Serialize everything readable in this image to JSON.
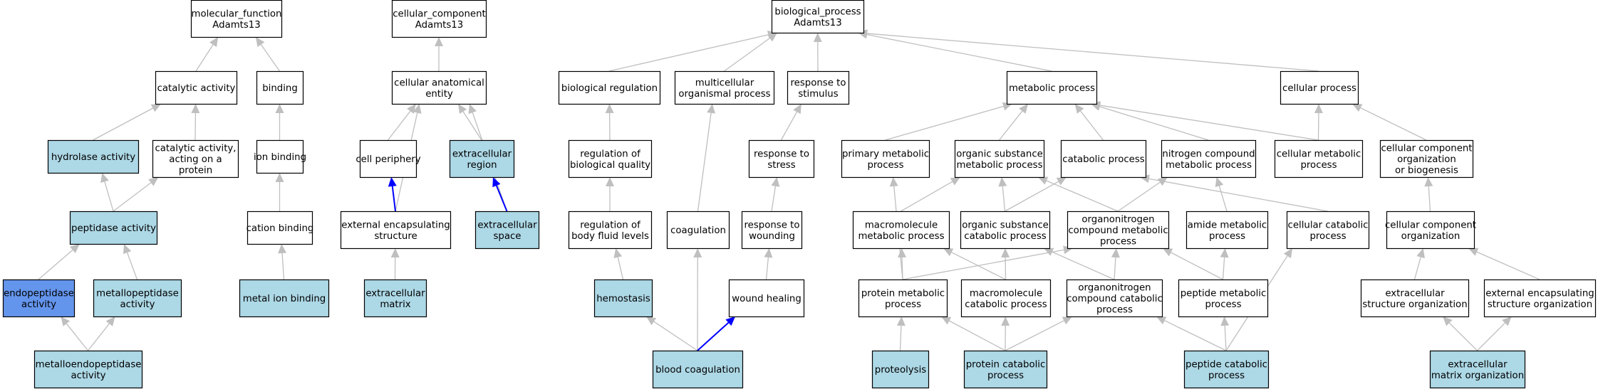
{
  "colors": {
    "plain": "#ffffff",
    "annotated": "#add8e6",
    "highlight": "#6495ed",
    "edge_default": "#bfbfbf",
    "edge_highlight": "#0000ff",
    "border": "#000000"
  },
  "nodes": [
    {
      "id": "mf",
      "lines": [
        "molecular_function",
        "Adamts13"
      ],
      "style": "plain"
    },
    {
      "id": "cat_act",
      "lines": [
        "catalytic activity"
      ],
      "style": "plain"
    },
    {
      "id": "binding",
      "lines": [
        "binding"
      ],
      "style": "plain"
    },
    {
      "id": "hydrolase",
      "lines": [
        "hydrolase activity"
      ],
      "style": "annotated"
    },
    {
      "id": "cat_prot",
      "lines": [
        "catalytic activity,",
        "acting on a",
        "protein"
      ],
      "style": "plain"
    },
    {
      "id": "ion_binding",
      "lines": [
        "ion binding"
      ],
      "style": "plain"
    },
    {
      "id": "peptidase",
      "lines": [
        "peptidase activity"
      ],
      "style": "annotated"
    },
    {
      "id": "cation_binding",
      "lines": [
        "cation binding"
      ],
      "style": "plain"
    },
    {
      "id": "endopep",
      "lines": [
        "endopeptidase",
        "activity"
      ],
      "style": "highlight"
    },
    {
      "id": "metallopep",
      "lines": [
        "metallopeptidase",
        "activity"
      ],
      "style": "annotated"
    },
    {
      "id": "metal_ion",
      "lines": [
        "metal ion binding"
      ],
      "style": "annotated"
    },
    {
      "id": "metalloendo",
      "lines": [
        "metalloendopeptidase",
        "activity"
      ],
      "style": "annotated"
    },
    {
      "id": "cc",
      "lines": [
        "cellular_component",
        "Adamts13"
      ],
      "style": "plain"
    },
    {
      "id": "cae",
      "lines": [
        "cellular anatomical",
        "entity"
      ],
      "style": "plain"
    },
    {
      "id": "periphery",
      "lines": [
        "cell periphery"
      ],
      "style": "plain"
    },
    {
      "id": "ec_region",
      "lines": [
        "extracellular",
        "region"
      ],
      "style": "annotated"
    },
    {
      "id": "ext_encap",
      "lines": [
        "external encapsulating",
        "structure"
      ],
      "style": "plain"
    },
    {
      "id": "ec_space",
      "lines": [
        "extracellular",
        "space"
      ],
      "style": "annotated"
    },
    {
      "id": "ec_matrix",
      "lines": [
        "extracellular",
        "matrix"
      ],
      "style": "annotated"
    },
    {
      "id": "bp",
      "lines": [
        "biological_process",
        "Adamts13"
      ],
      "style": "plain"
    },
    {
      "id": "bio_reg",
      "lines": [
        "biological regulation"
      ],
      "style": "plain"
    },
    {
      "id": "multicell",
      "lines": [
        "multicellular",
        "organismal process"
      ],
      "style": "plain"
    },
    {
      "id": "resp_stim",
      "lines": [
        "response to",
        "stimulus"
      ],
      "style": "plain"
    },
    {
      "id": "metabolic",
      "lines": [
        "metabolic process"
      ],
      "style": "plain"
    },
    {
      "id": "cellular",
      "lines": [
        "cellular process"
      ],
      "style": "plain"
    },
    {
      "id": "reg_bq",
      "lines": [
        "regulation of",
        "biological quality"
      ],
      "style": "plain"
    },
    {
      "id": "resp_stress",
      "lines": [
        "response to",
        "stress"
      ],
      "style": "plain"
    },
    {
      "id": "primary_met",
      "lines": [
        "primary metabolic",
        "process"
      ],
      "style": "plain"
    },
    {
      "id": "org_sub_met",
      "lines": [
        "organic substance",
        "metabolic process"
      ],
      "style": "plain"
    },
    {
      "id": "catabolic",
      "lines": [
        "catabolic process"
      ],
      "style": "plain"
    },
    {
      "id": "nitrogen",
      "lines": [
        "nitrogen compound",
        "metabolic process"
      ],
      "style": "plain"
    },
    {
      "id": "cell_met",
      "lines": [
        "cellular metabolic",
        "process"
      ],
      "style": "plain"
    },
    {
      "id": "cco_bio",
      "lines": [
        "cellular component",
        "organization",
        "or biogenesis"
      ],
      "style": "plain"
    },
    {
      "id": "reg_bfl",
      "lines": [
        "regulation of",
        "body fluid levels"
      ],
      "style": "plain"
    },
    {
      "id": "coagulation",
      "lines": [
        "coagulation"
      ],
      "style": "plain"
    },
    {
      "id": "resp_wound",
      "lines": [
        "response to",
        "wounding"
      ],
      "style": "plain"
    },
    {
      "id": "macro_met",
      "lines": [
        "macromolecule",
        "metabolic process"
      ],
      "style": "plain"
    },
    {
      "id": "org_sub_cat",
      "lines": [
        "organic substance",
        "catabolic process"
      ],
      "style": "plain"
    },
    {
      "id": "organonitrogen",
      "lines": [
        "organonitrogen",
        "compound metabolic",
        "process"
      ],
      "style": "plain"
    },
    {
      "id": "amide",
      "lines": [
        "amide metabolic",
        "process"
      ],
      "style": "plain"
    },
    {
      "id": "cell_cat",
      "lines": [
        "cellular catabolic",
        "process"
      ],
      "style": "plain"
    },
    {
      "id": "cco",
      "lines": [
        "cellular component",
        "organization"
      ],
      "style": "plain"
    },
    {
      "id": "hemostasis",
      "lines": [
        "hemostasis"
      ],
      "style": "annotated"
    },
    {
      "id": "wound_heal",
      "lines": [
        "wound healing"
      ],
      "style": "plain"
    },
    {
      "id": "protein_met",
      "lines": [
        "protein metabolic",
        "process"
      ],
      "style": "plain"
    },
    {
      "id": "macro_cat",
      "lines": [
        "macromolecule",
        "catabolic process"
      ],
      "style": "plain"
    },
    {
      "id": "orgn_cat",
      "lines": [
        "organonitrogen",
        "compound catabolic",
        "process"
      ],
      "style": "plain"
    },
    {
      "id": "peptide_met",
      "lines": [
        "peptide metabolic",
        "process"
      ],
      "style": "plain"
    },
    {
      "id": "ecso",
      "lines": [
        "extracellular",
        "structure organization"
      ],
      "style": "plain"
    },
    {
      "id": "eeso",
      "lines": [
        "external encapsulating",
        "structure organization"
      ],
      "style": "plain"
    },
    {
      "id": "blood_coag",
      "lines": [
        "blood coagulation"
      ],
      "style": "annotated"
    },
    {
      "id": "proteolysis",
      "lines": [
        "proteolysis"
      ],
      "style": "annotated"
    },
    {
      "id": "protein_cat",
      "lines": [
        "protein catabolic",
        "process"
      ],
      "style": "annotated"
    },
    {
      "id": "peptide_cat",
      "lines": [
        "peptide catabolic",
        "process"
      ],
      "style": "annotated"
    },
    {
      "id": "ecm_org",
      "lines": [
        "extracellular",
        "matrix organization"
      ],
      "style": "annotated"
    }
  ],
  "edges": [
    {
      "from": "cat_act",
      "to": "mf",
      "style": "default"
    },
    {
      "from": "binding",
      "to": "mf",
      "style": "default"
    },
    {
      "from": "hydrolase",
      "to": "cat_act",
      "style": "default"
    },
    {
      "from": "cat_prot",
      "to": "cat_act",
      "style": "default"
    },
    {
      "from": "ion_binding",
      "to": "binding",
      "style": "default"
    },
    {
      "from": "peptidase",
      "to": "hydrolase",
      "style": "default"
    },
    {
      "from": "peptidase",
      "to": "cat_prot",
      "style": "default"
    },
    {
      "from": "cation_binding",
      "to": "ion_binding",
      "style": "default"
    },
    {
      "from": "endopep",
      "to": "peptidase",
      "style": "default"
    },
    {
      "from": "metallopep",
      "to": "peptidase",
      "style": "default"
    },
    {
      "from": "metal_ion",
      "to": "cation_binding",
      "style": "default"
    },
    {
      "from": "metalloendo",
      "to": "endopep",
      "style": "default"
    },
    {
      "from": "metalloendo",
      "to": "metallopep",
      "style": "default"
    },
    {
      "from": "cae",
      "to": "cc",
      "style": "default"
    },
    {
      "from": "periphery",
      "to": "cae",
      "style": "default"
    },
    {
      "from": "ec_region",
      "to": "cae",
      "style": "default"
    },
    {
      "from": "ext_encap",
      "to": "cae",
      "style": "default"
    },
    {
      "from": "ec_space",
      "to": "cae",
      "style": "default"
    },
    {
      "from": "ext_encap",
      "to": "periphery",
      "style": "highlight"
    },
    {
      "from": "ec_space",
      "to": "ec_region",
      "style": "highlight"
    },
    {
      "from": "ec_matrix",
      "to": "ext_encap",
      "style": "default"
    },
    {
      "from": "bio_reg",
      "to": "bp",
      "style": "default"
    },
    {
      "from": "multicell",
      "to": "bp",
      "style": "default"
    },
    {
      "from": "resp_stim",
      "to": "bp",
      "style": "default"
    },
    {
      "from": "metabolic",
      "to": "bp",
      "style": "default"
    },
    {
      "from": "cellular",
      "to": "bp",
      "style": "default"
    },
    {
      "from": "reg_bq",
      "to": "bio_reg",
      "style": "default"
    },
    {
      "from": "resp_stress",
      "to": "resp_stim",
      "style": "default"
    },
    {
      "from": "primary_met",
      "to": "metabolic",
      "style": "default"
    },
    {
      "from": "org_sub_met",
      "to": "metabolic",
      "style": "default"
    },
    {
      "from": "catabolic",
      "to": "metabolic",
      "style": "default"
    },
    {
      "from": "nitrogen",
      "to": "metabolic",
      "style": "default"
    },
    {
      "from": "cell_met",
      "to": "metabolic",
      "style": "default"
    },
    {
      "from": "cell_met",
      "to": "cellular",
      "style": "default"
    },
    {
      "from": "cco_bio",
      "to": "cellular",
      "style": "default"
    },
    {
      "from": "reg_bfl",
      "to": "reg_bq",
      "style": "default"
    },
    {
      "from": "coagulation",
      "to": "multicell",
      "style": "default"
    },
    {
      "from": "resp_wound",
      "to": "resp_stress",
      "style": "default"
    },
    {
      "from": "macro_met",
      "to": "org_sub_met",
      "style": "default"
    },
    {
      "from": "org_sub_cat",
      "to": "org_sub_met",
      "style": "default"
    },
    {
      "from": "org_sub_cat",
      "to": "catabolic",
      "style": "default"
    },
    {
      "from": "organonitrogen",
      "to": "org_sub_met",
      "style": "default"
    },
    {
      "from": "organonitrogen",
      "to": "nitrogen",
      "style": "default"
    },
    {
      "from": "amide",
      "to": "nitrogen",
      "style": "default"
    },
    {
      "from": "cell_cat",
      "to": "catabolic",
      "style": "default"
    },
    {
      "from": "cco",
      "to": "cco_bio",
      "style": "default"
    },
    {
      "from": "hemostasis",
      "to": "reg_bfl",
      "style": "default"
    },
    {
      "from": "wound_heal",
      "to": "resp_wound",
      "style": "default"
    },
    {
      "from": "protein_met",
      "to": "primary_met",
      "style": "default"
    },
    {
      "from": "protein_met",
      "to": "macro_met",
      "style": "default"
    },
    {
      "from": "protein_met",
      "to": "organonitrogen",
      "style": "default"
    },
    {
      "from": "macro_cat",
      "to": "macro_met",
      "style": "default"
    },
    {
      "from": "macro_cat",
      "to": "org_sub_cat",
      "style": "default"
    },
    {
      "from": "orgn_cat",
      "to": "org_sub_cat",
      "style": "default"
    },
    {
      "from": "orgn_cat",
      "to": "organonitrogen",
      "style": "default"
    },
    {
      "from": "peptide_met",
      "to": "amide",
      "style": "default"
    },
    {
      "from": "peptide_met",
      "to": "organonitrogen",
      "style": "default"
    },
    {
      "from": "ecso",
      "to": "cco",
      "style": "default"
    },
    {
      "from": "eeso",
      "to": "cco",
      "style": "default"
    },
    {
      "from": "blood_coag",
      "to": "hemostasis",
      "style": "default"
    },
    {
      "from": "blood_coag",
      "to": "coagulation",
      "style": "default"
    },
    {
      "from": "blood_coag",
      "to": "wound_heal",
      "style": "highlight"
    },
    {
      "from": "proteolysis",
      "to": "protein_met",
      "style": "default"
    },
    {
      "from": "protein_cat",
      "to": "protein_met",
      "style": "default"
    },
    {
      "from": "protein_cat",
      "to": "macro_cat",
      "style": "default"
    },
    {
      "from": "protein_cat",
      "to": "orgn_cat",
      "style": "default"
    },
    {
      "from": "peptide_cat",
      "to": "peptide_met",
      "style": "default"
    },
    {
      "from": "peptide_cat",
      "to": "orgn_cat",
      "style": "default"
    },
    {
      "from": "peptide_cat",
      "to": "cell_cat",
      "style": "default"
    },
    {
      "from": "ecm_org",
      "to": "ecso",
      "style": "default"
    },
    {
      "from": "ecm_org",
      "to": "eeso",
      "style": "default"
    }
  ]
}
